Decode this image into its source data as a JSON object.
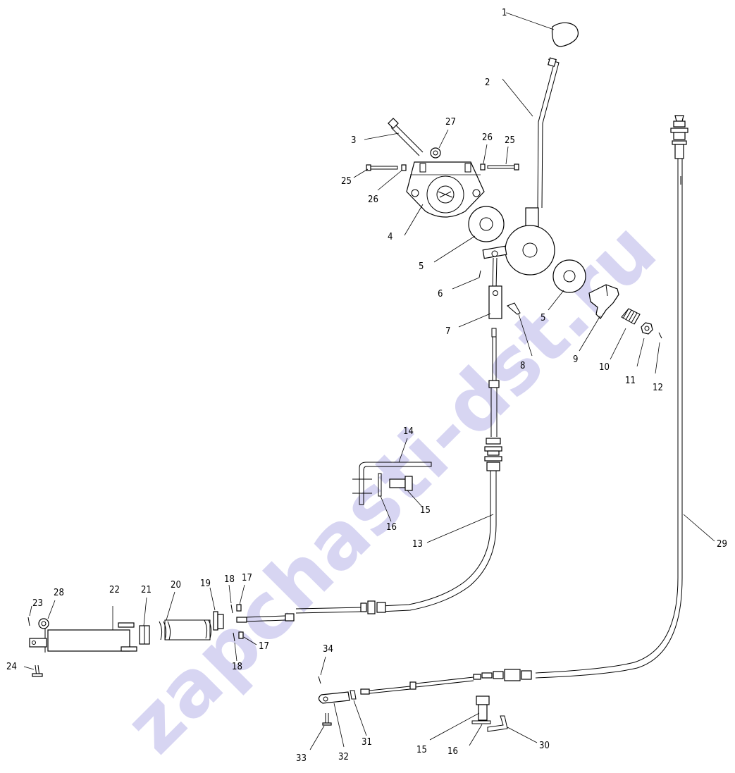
{
  "watermark": "zapchasti-dst.ru",
  "labels": {
    "p1": "1",
    "p2": "2",
    "p3": "3",
    "p4": "4",
    "p5a": "5",
    "p5b": "5",
    "p6": "6",
    "p7": "7",
    "p8": "8",
    "p9": "9",
    "p10": "10",
    "p11": "11",
    "p12": "12",
    "p13": "13",
    "p14": "14",
    "p15a": "15",
    "p15b": "15",
    "p16a": "16",
    "p16b": "16",
    "p17a": "17",
    "p17b": "17",
    "p18a": "18",
    "p18b": "18",
    "p19": "19",
    "p20": "20",
    "p21": "21",
    "p22": "22",
    "p23": "23",
    "p24": "24",
    "p25a": "25",
    "p25b": "25",
    "p26a": "26",
    "p26b": "26",
    "p27": "27",
    "p28": "28",
    "p29": "29",
    "p30": "30",
    "p31": "31",
    "p32": "32",
    "p33": "33",
    "p34": "34"
  }
}
